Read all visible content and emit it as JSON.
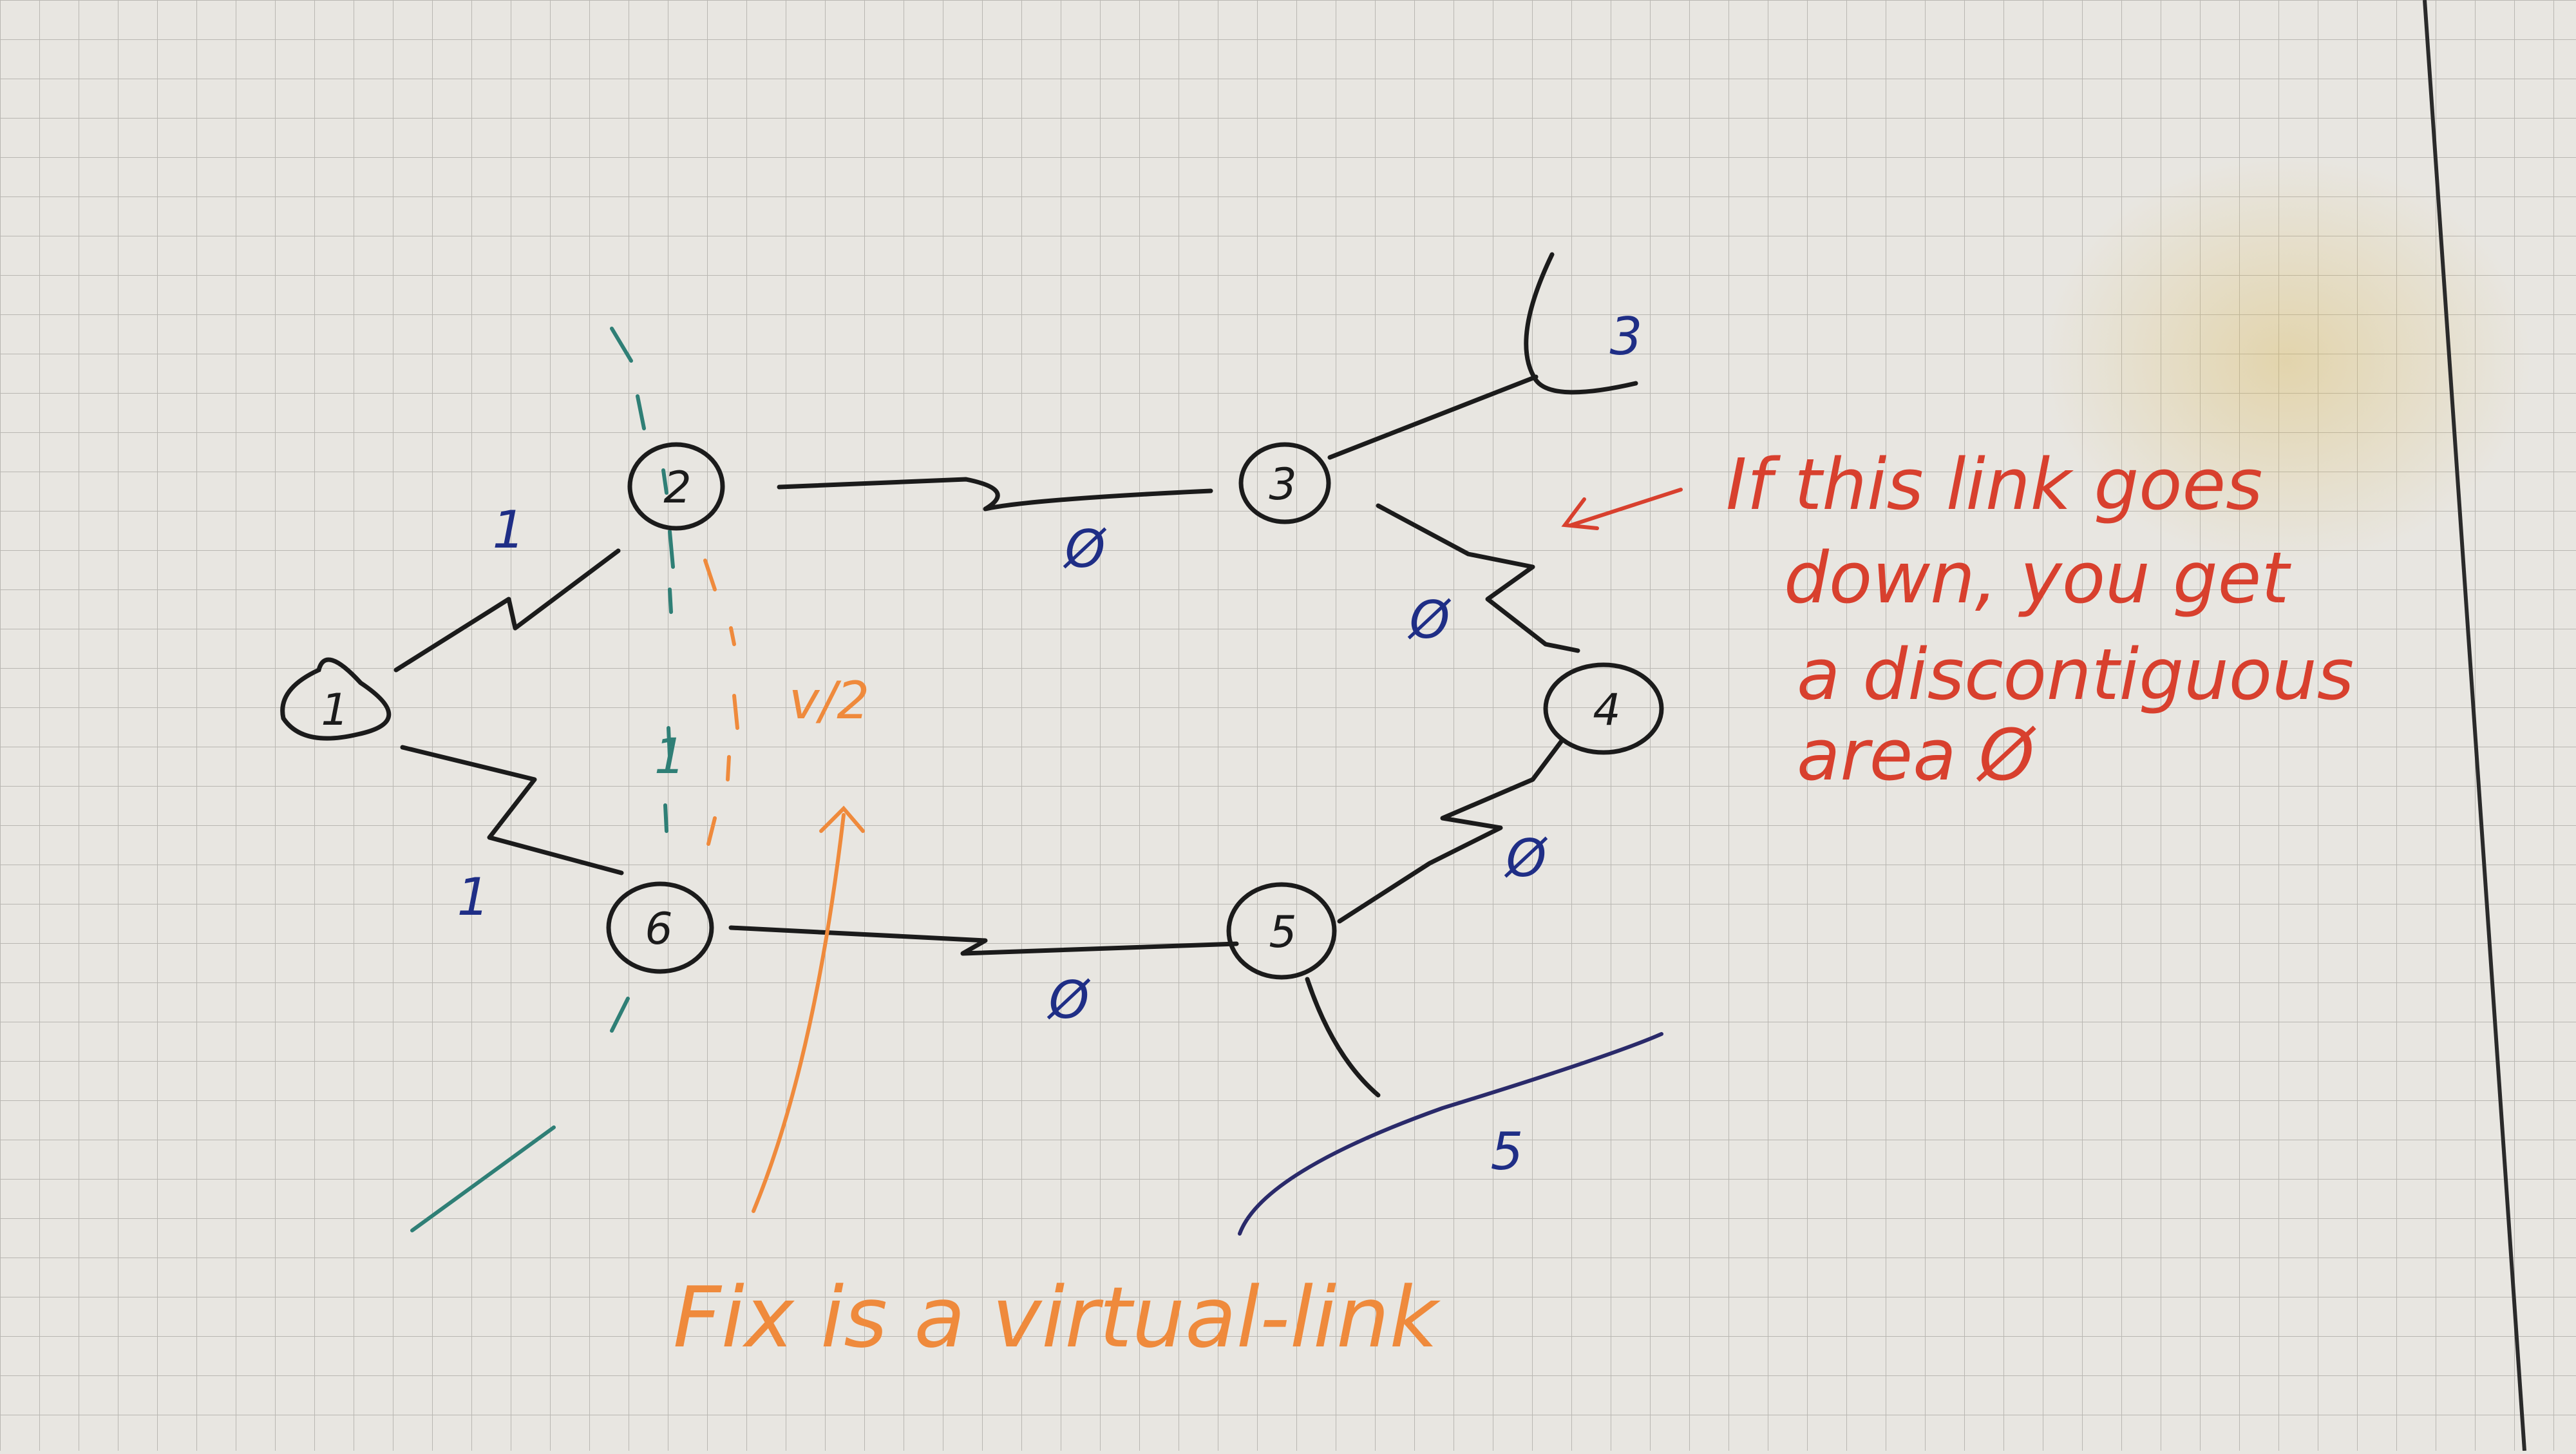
{
  "routers": [
    {
      "id": "r1",
      "label": "1"
    },
    {
      "id": "r2",
      "label": "2"
    },
    {
      "id": "r3",
      "label": "3"
    },
    {
      "id": "r4",
      "label": "4"
    },
    {
      "id": "r5",
      "label": "5"
    },
    {
      "id": "r6",
      "label": "6"
    }
  ],
  "area_labels": {
    "area_1_top": "1",
    "area_1_left_upper": "1",
    "area_1_left_lower": "1",
    "link_2_3": "Ø",
    "link_3_4": "Ø",
    "link_4_5": "Ø",
    "link_6_5": "Ø",
    "area_3": "3",
    "area_5": "5",
    "virtual_marker": "v/2"
  },
  "notes": {
    "failure_line1": "If this link goes",
    "failure_line2": "down, you get",
    "failure_line3": "a discontiguous",
    "failure_line4": "area Ø",
    "fix": "Fix is a virtual-link"
  },
  "colors": {
    "paper": "#e8e6e1",
    "grid": "#b9b7b2",
    "ink_black": "#1b1b1b",
    "ink_blue": "#1f2e86",
    "ink_red": "#d8402e",
    "ink_orange": "#ef8a3c",
    "ink_teal": "#2f7f76"
  }
}
